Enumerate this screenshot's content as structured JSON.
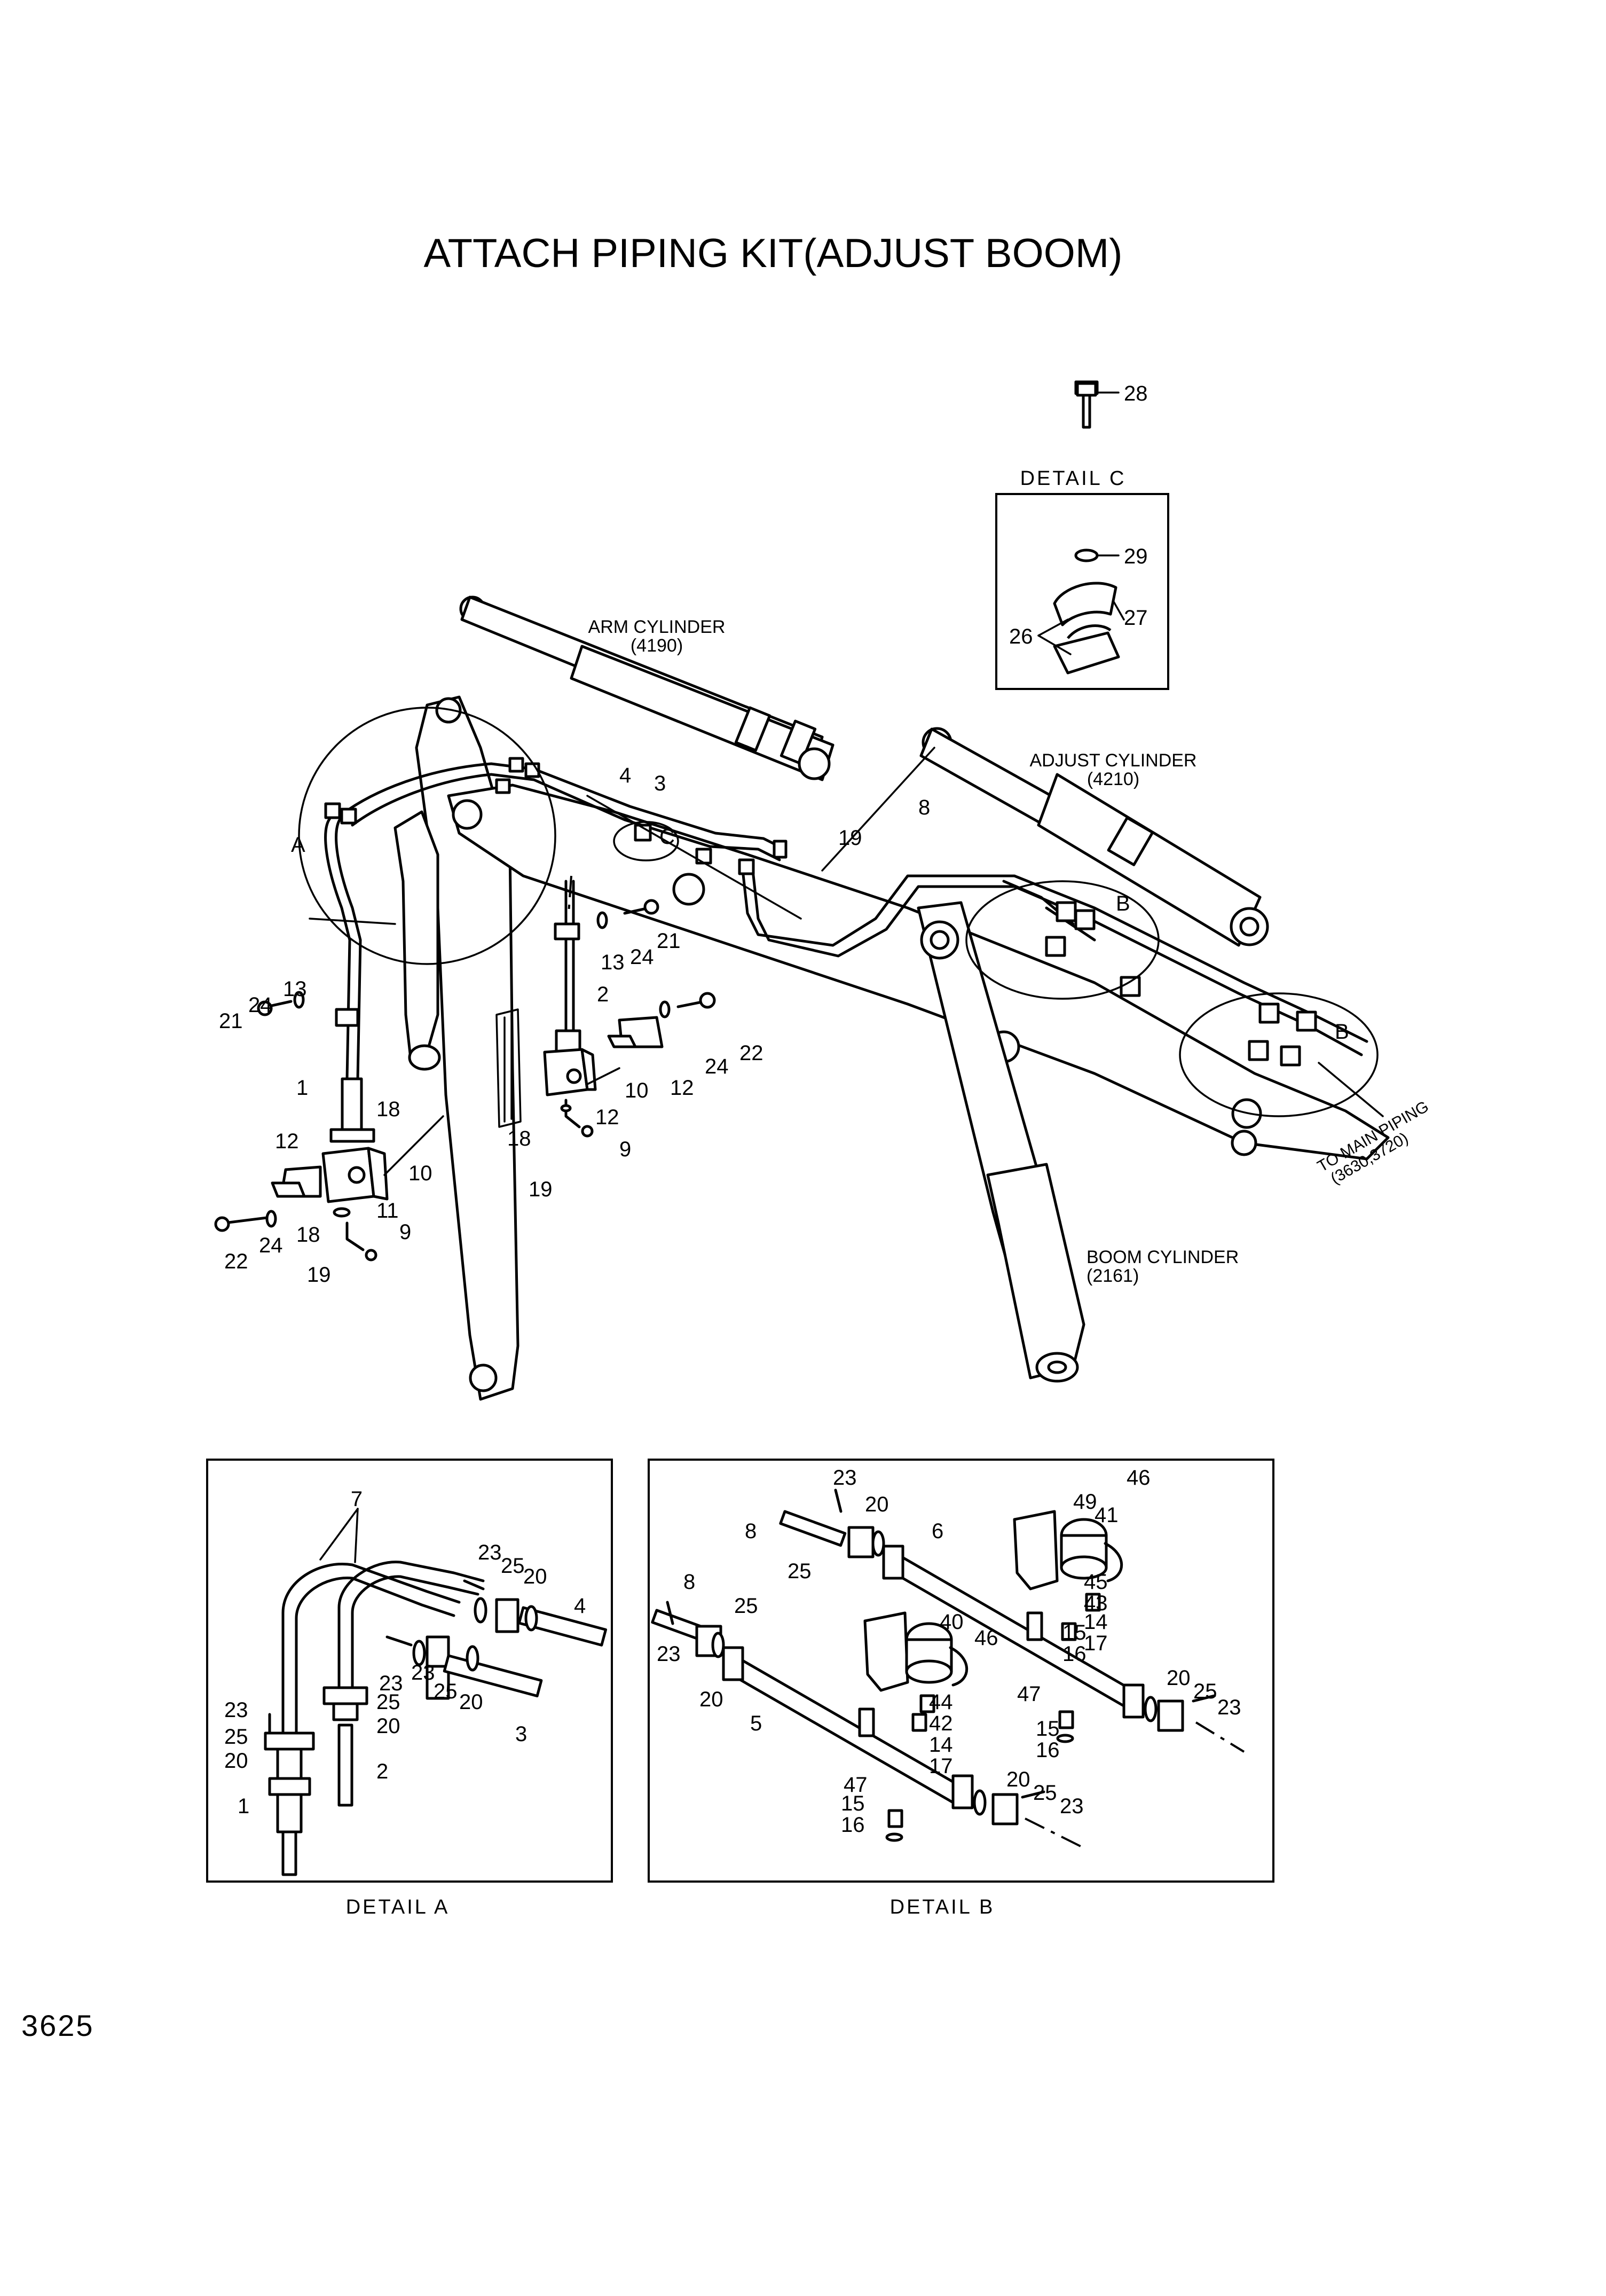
{
  "title": "ATTACH PIPING KIT(ADJUST BOOM)",
  "page_number": "3625",
  "detail_labels": {
    "a": "DETAIL  A",
    "b": "DETAIL  B",
    "c": "DETAIL  C"
  },
  "detail_markers": {
    "a": "A",
    "b": "B",
    "c": "C"
  },
  "component_labels": {
    "arm_cylinder": "ARM CYLINDER",
    "arm_cylinder_ref": "(4190)",
    "adjust_cylinder": "ADJUST CYLINDER",
    "adjust_cylinder_ref": "(4210)",
    "boom_cylinder": "BOOM CYLINDER",
    "boom_cylinder_ref": "(2161)",
    "to_main_piping": "TO MAIN PIPING",
    "to_main_piping_ref": "(3630,3720)"
  },
  "callouts": {
    "main": [
      "4",
      "3",
      "19",
      "8",
      "13",
      "24",
      "21",
      "21",
      "24",
      "13",
      "2",
      "22",
      "24",
      "12",
      "1",
      "18",
      "10",
      "12",
      "18",
      "19",
      "9",
      "12",
      "10",
      "22",
      "24",
      "18",
      "11",
      "9",
      "19"
    ],
    "detail_c": [
      "28",
      "29",
      "27",
      "26"
    ],
    "detail_a": [
      "7",
      "23",
      "25",
      "20",
      "4",
      "23",
      "23",
      "25",
      "20",
      "23",
      "25",
      "20",
      "1",
      "25",
      "20",
      "2",
      "3"
    ],
    "detail_b": [
      "23",
      "20",
      "8",
      "25",
      "6",
      "46",
      "49",
      "41",
      "45",
      "43",
      "14",
      "17",
      "8",
      "25",
      "40",
      "46",
      "23",
      "20",
      "44",
      "42",
      "14",
      "17",
      "47",
      "5",
      "15",
      "16",
      "20",
      "25",
      "23",
      "15",
      "16",
      "47",
      "20",
      "25",
      "23",
      "15",
      "16"
    ]
  }
}
